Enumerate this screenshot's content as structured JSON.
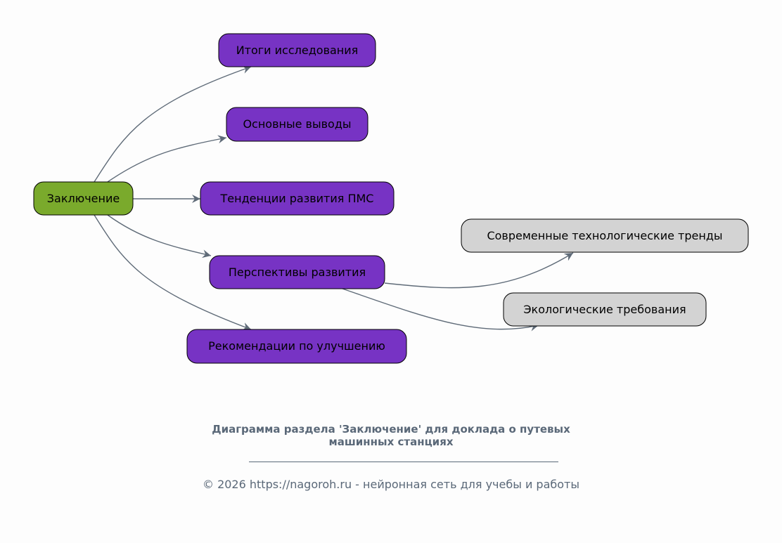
{
  "colors": {
    "root": "#7aaa2c",
    "primary": "#7733c4",
    "secondary": "#d3d3d3",
    "edge": "#5f6b78",
    "caption": "#5a6878"
  },
  "nodes": {
    "root": "Заключение",
    "n1": "Итоги исследования",
    "n2": "Основные выводы",
    "n3": "Тенденции развития ПМС",
    "n4": "Перспективы развития",
    "n5": "Рекомендации по улучшению",
    "n6": "Современные технологические тренды",
    "n7": "Экологические требования"
  },
  "caption": {
    "title": "Диаграмма раздела 'Заключение' для доклада о путевых машинных станциях",
    "footer": "© 2026 https://nagoroh.ru - нейронная сеть для учебы и работы"
  }
}
